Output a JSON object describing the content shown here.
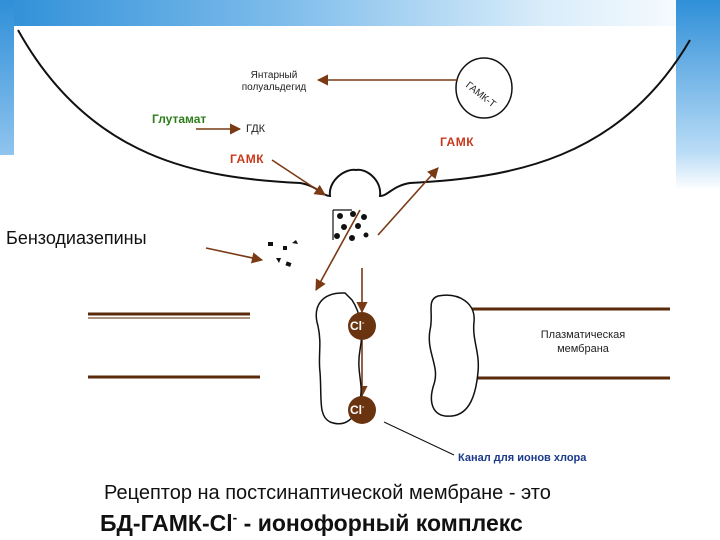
{
  "labels": {
    "succinic_semialdehyde": "Янтарный полуальдегид",
    "gaba_t": "ГАМК-Т",
    "glutamate": "Глутамат",
    "gdk": "ГДК",
    "gaba_right": "ГАМК",
    "gaba_left": "ГАМК",
    "benzodiazepines": "Бензодиазепины",
    "plasma_membrane": "Плазматическая мембрана",
    "chloride_channel": "Канал для ионов хлора"
  },
  "ions": [
    {
      "label": "Cl",
      "charge": "-"
    },
    {
      "label": "Cl",
      "charge": "-"
    }
  ],
  "caption": {
    "line1": "Рецептор на постсинаптической мембране - это",
    "line2_main": "БД-ГАМК-Cl",
    "line2_sup": "-",
    "line2_rest": " - ионофорный комплекс"
  },
  "colors": {
    "arrow": "#7a3a14",
    "membrane": "#5a2a0a",
    "ion": "#6b3410",
    "green_label": "#2e7d1a",
    "red_label": "#c8391c",
    "channel_label": "#1b3a8a",
    "frame_blue": "#2f8fd8"
  }
}
